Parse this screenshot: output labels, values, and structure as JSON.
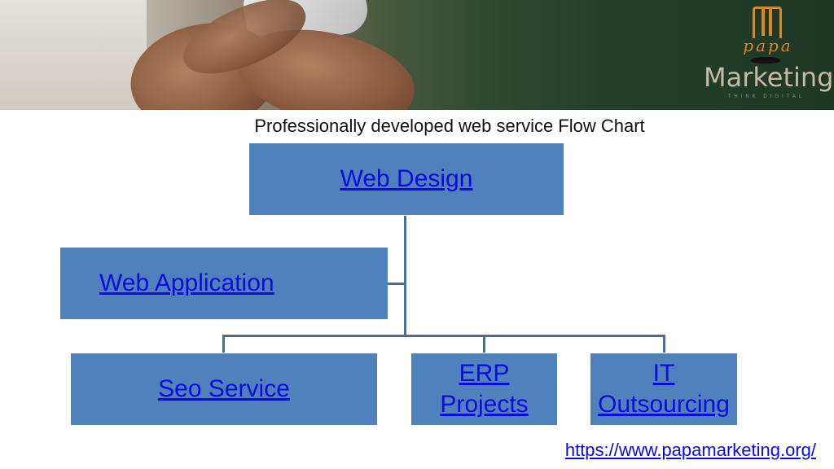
{
  "logo": {
    "papa": "papa",
    "word": "Marketing",
    "tagline": "THINK DIGITAL"
  },
  "title": "Professionally developed web service Flow Chart",
  "nodes": {
    "web_design": "Web Design",
    "web_application": "Web Application",
    "seo_service": "Seo Service",
    "erp_line1": "ERP",
    "erp_line2": "Projects",
    "it_line1": "IT",
    "it_line2": "Outsourcing"
  },
  "footer_url": "https://www.papamarketing.org/",
  "colors": {
    "box_fill": "#4f81bd",
    "connector": "#41719c",
    "link": "#0b0bde",
    "logo_accent": "#d8862a"
  }
}
